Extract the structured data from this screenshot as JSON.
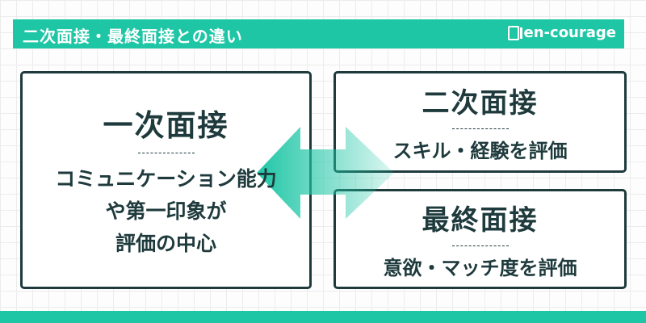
{
  "header": {
    "title": "二次面接・最終面接との違い",
    "logo_text": "en-courage"
  },
  "first": {
    "title": "一次面接",
    "lines": [
      "コミュニケーション能力",
      "や第一印象が",
      "評価の中心"
    ]
  },
  "second": {
    "title": "二次面接",
    "desc": "スキル・経験を評価"
  },
  "final": {
    "title": "最終面接",
    "desc": "意欲・マッチ度を評価"
  },
  "colors": {
    "accent": "#1fc6a6",
    "text": "#1e3a3c"
  },
  "icons": {
    "arrow": "double-arrow-left-right",
    "logo": "book-icon"
  }
}
